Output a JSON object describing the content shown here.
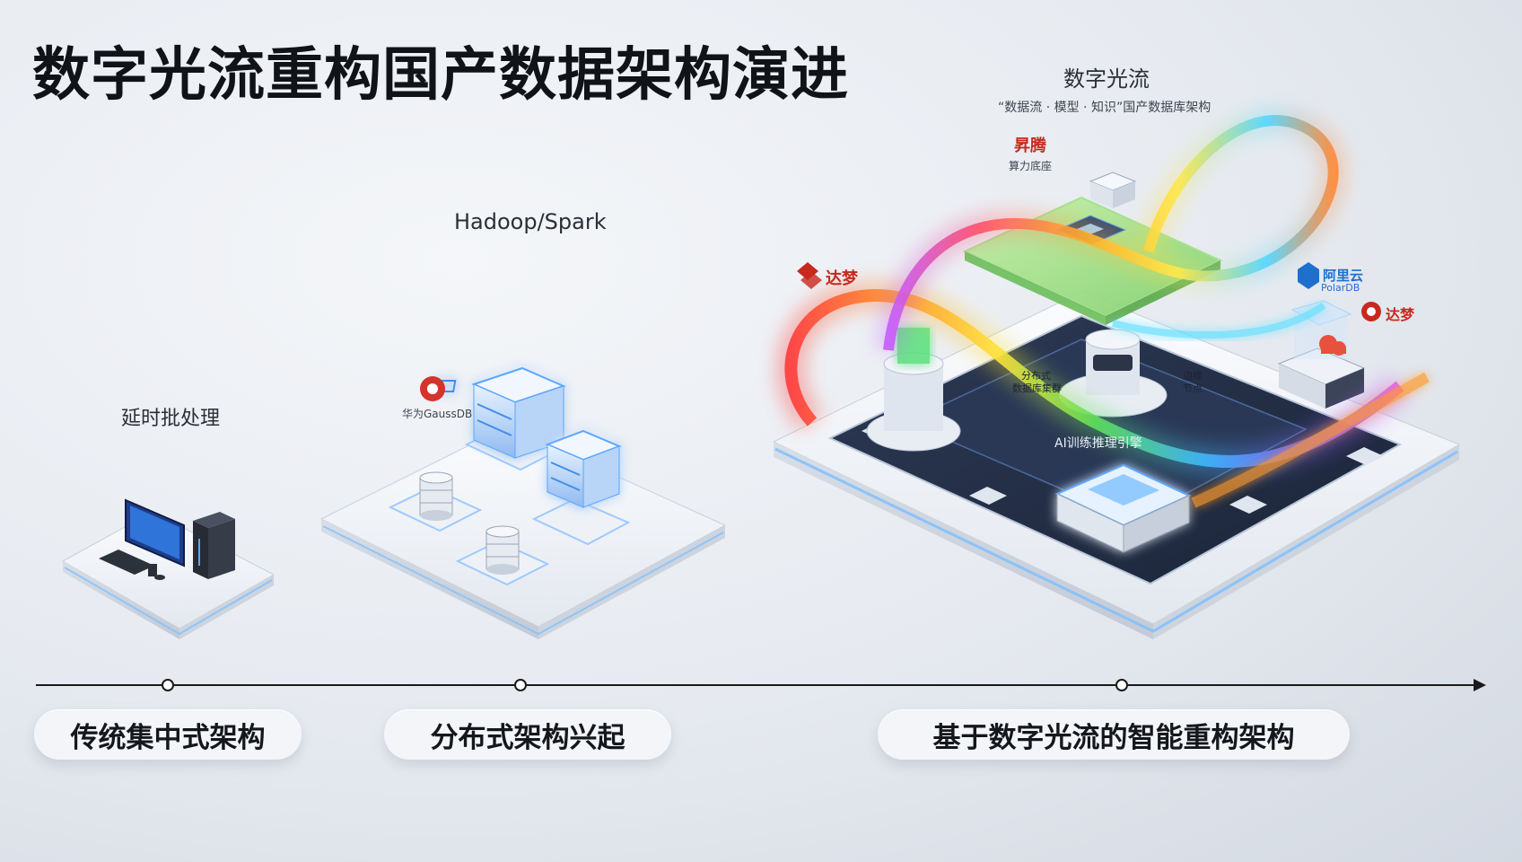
{
  "title": "数字光流重构国产数据架构演进",
  "stage1": {
    "caption": "延时批处理",
    "pill": "传统集中式架构"
  },
  "stage2": {
    "caption": "Hadoop/Spark",
    "brand": "华为GaussDB",
    "pill": "分布式架构兴起"
  },
  "stage3": {
    "top_title": "数字光流",
    "subtitle": "“数据流 · 模型 · 知识”国产数据库架构",
    "pill": "基于数字光流的智能重构架构",
    "brand_ascend": "昇腾",
    "brand_ascend_sub": "算力底座",
    "brand_dameng_left": "达梦",
    "brand_aliyun": "阿里云",
    "brand_aliyun_sub": "PolarDB",
    "brand_dameng_right": "达梦",
    "platform_left_label_1": "分布式",
    "platform_left_label_2": "数据库集群",
    "platform_right_label_1": "边缘",
    "platform_right_label_2": "节点",
    "platform_center_label": "AI训练推理引擎"
  },
  "colors": {
    "huawei_red": "#d4342b",
    "dameng_red": "#c8281e",
    "aliyun_blue": "#1f6fcf",
    "glow_blue": "#5aa8ff"
  },
  "icons": [
    "desktop-monitor-icon",
    "tower-server-icon",
    "database-cylinder-icon",
    "server-rack-icon",
    "chip-icon",
    "cloud-icon"
  ]
}
